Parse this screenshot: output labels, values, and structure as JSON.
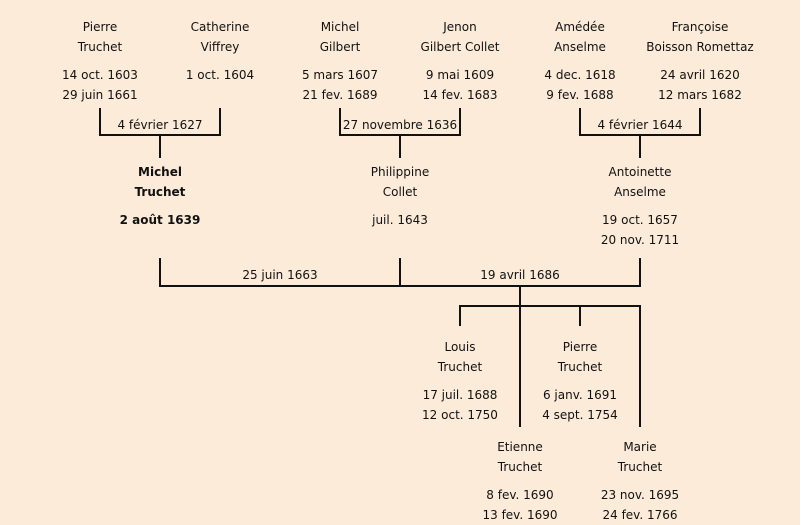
{
  "colors": {
    "background": "#fcebd9",
    "lines": "#111111"
  },
  "grandparents": [
    {
      "first": "Pierre",
      "last": "Truchet",
      "birth": "14 oct. 1603",
      "death": "29 juin 1661"
    },
    {
      "first": "Catherine",
      "last": "Viffrey",
      "birth": "1 oct. 1604",
      "death": ""
    },
    {
      "first": "Michel",
      "last": "Gilbert",
      "birth": "5 mars 1607",
      "death": "21 fev. 1689"
    },
    {
      "first": "Jenon",
      "last": "Gilbert Collet",
      "birth": "9 mai 1609",
      "death": "14 fev. 1683"
    },
    {
      "first": "Amédée",
      "last": "Anselme",
      "birth": "4 dec. 1618",
      "death": "9 fev. 1688"
    },
    {
      "first": "Françoise",
      "last": "Boisson Romettaz",
      "birth": "24 avril 1620",
      "death": "12 mars 1682"
    }
  ],
  "grandparent_marriages": [
    "4 février 1627",
    "27 novembre 1636",
    "4 février 1644"
  ],
  "parents": [
    {
      "first": "Michel",
      "last": "Truchet",
      "birth": "2 août 1639",
      "death": ""
    },
    {
      "first": "Philippine",
      "last": "Collet",
      "birth": "juil. 1643",
      "death": ""
    },
    {
      "first": "Antoinette",
      "last": "Anselme",
      "birth": "19 oct. 1657",
      "death": "20 nov. 1711"
    }
  ],
  "parent_marriages": [
    "25 juin 1663",
    "19 avril 1686"
  ],
  "children": [
    {
      "first": "Louis",
      "last": "Truchet",
      "birth": "17 juil. 1688",
      "death": "12 oct. 1750"
    },
    {
      "first": "Pierre",
      "last": "Truchet",
      "birth": "6 janv. 1691",
      "death": "4 sept. 1754"
    },
    {
      "first": "Etienne",
      "last": "Truchet",
      "birth": "8 fev. 1690",
      "death": "13 fev. 1690"
    },
    {
      "first": "Marie",
      "last": "Truchet",
      "birth": "23 nov. 1695",
      "death": "24 fev. 1766"
    }
  ]
}
